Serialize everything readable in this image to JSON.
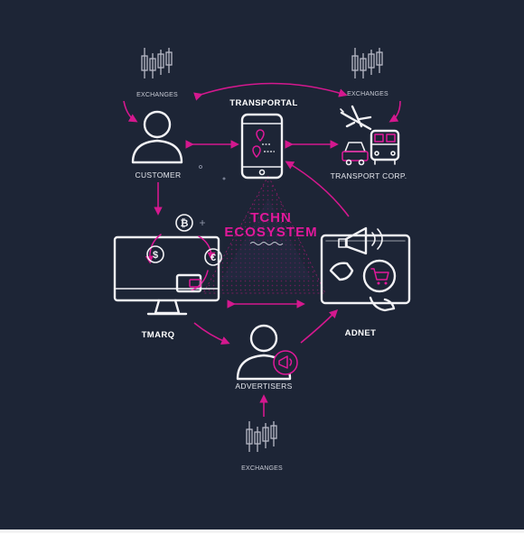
{
  "center": {
    "line1": "TCHN",
    "line2": "ECOSYSTEM"
  },
  "nodes": {
    "transportal": "TRANSPORTAL",
    "customer": "CUSTOMER",
    "transport_corp": "TRANSPORT CORP.",
    "tmarq": "TMARQ",
    "adnet": "ADNET",
    "advertisers": "ADVERTISERS"
  },
  "exchanges": {
    "top_left": "EXCHANGES",
    "top_right": "EXCHANGES",
    "bottom": "EXCHANGES"
  },
  "icons": [
    "candlestick-chart-icon",
    "customer-person-icon",
    "mobile-phone-icon",
    "airplane-icon",
    "car-icon",
    "bus-icon",
    "monitor-icon",
    "bitcoin-icon",
    "dollar-icon",
    "euro-icon",
    "wallet-icon",
    "tablet-icon",
    "megaphone-icon",
    "shopping-cart-icon",
    "advertiser-person-icon"
  ],
  "colors": {
    "background": "#1d2536",
    "accent": "#e0199a",
    "line": "#f2f2f5"
  }
}
